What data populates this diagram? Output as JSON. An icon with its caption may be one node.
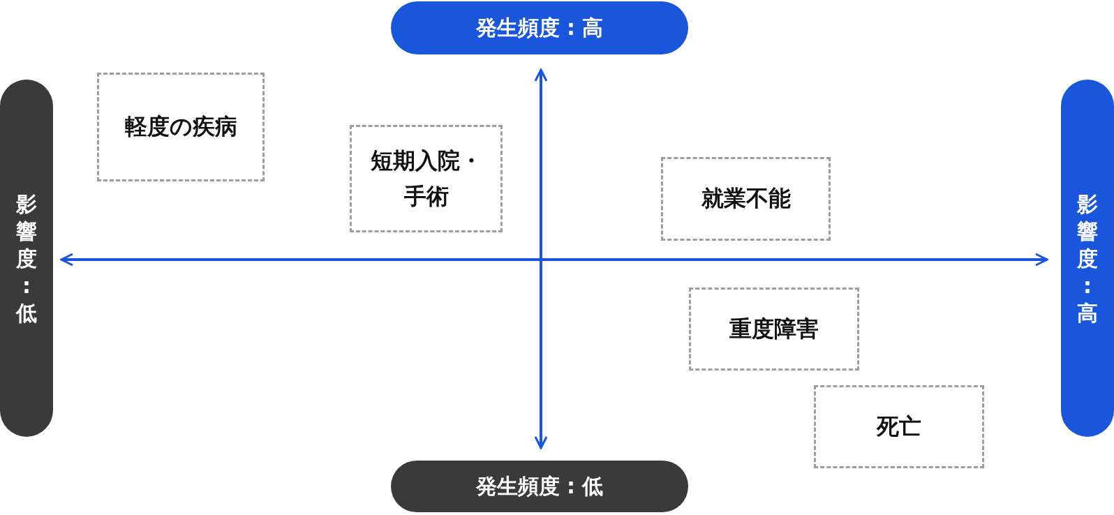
{
  "diagram": {
    "nodes": [
      {
        "text": [
          "発生頻度 : 高"
        ]
      },
      {
        "text": [
          "影響度 : 低"
        ]
      },
      {
        "text": [
          "影響度 : 高"
        ]
      },
      {
        "text": [
          "発生頻度 : 低"
        ]
      },
      {
        "text": [
          "軽度の疾病"
        ]
      },
      {
        "text": [
          "短期入院・手術"
        ]
      },
      {
        "text": [
          "就業不能"
        ]
      },
      {
        "text": [
          "重度障害"
        ]
      },
      {
        "text": [
          "死亡"
        ]
      }
    ],
    "edges": [
      {
        "from": 0,
        "to": 3,
        "arrow": "both"
      },
      {
        "from": 1,
        "to": 2,
        "arrow": "both"
      }
    ]
  }
}
